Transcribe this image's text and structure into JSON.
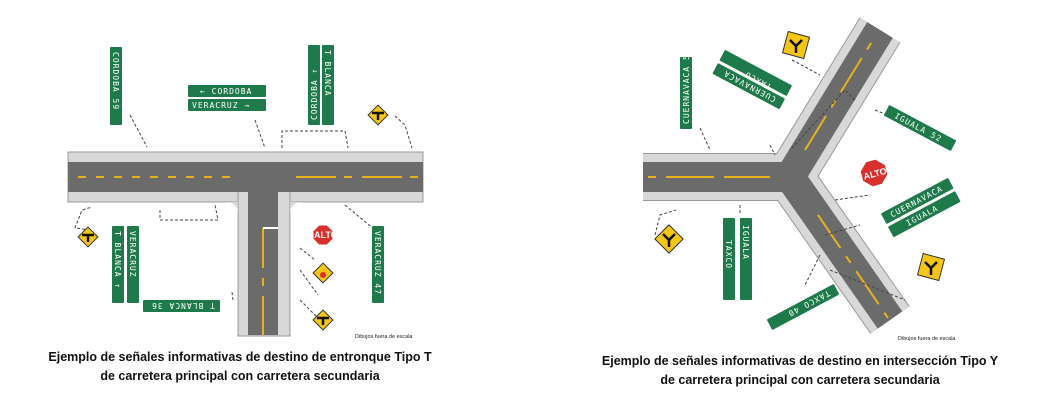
{
  "left_figure": {
    "caption_line1": "Ejemplo de señales informativas de destino de entronque Tipo T",
    "caption_line2": "de carretera principal con carretera secundaria",
    "scale_note": "Dibujos fuera de escala",
    "signs": {
      "cordoba_59": "CORDOBA 59",
      "cordoba_left": "← CORDOBA",
      "veracruz_right": "VERACRUZ →",
      "cordoba_up": "CORDOBA ↑",
      "t_blanca_top": "T BLANCA",
      "t_blanca_left": "T BLANCA ↑",
      "veracruz_left": "VERACRUZ",
      "t_blanca_36": "T BLANCA 36",
      "alto": "ALTO",
      "veracruz_47": "VERACRUZ 47"
    }
  },
  "right_figure": {
    "caption_line1": "Ejemplo de señales informativas de destino en intersección Tipo Y",
    "caption_line2": "de carretera principal con carretera secundaria",
    "scale_note": "Dibujos fuera de escala",
    "signs": {
      "cuernavaca_50": "CUERNAVACA 50",
      "taxco_top": "TAXCO",
      "cuernavaca_top": "CUERNAVACA",
      "iguala_52": "IGUALA 52",
      "alto": "ALTO",
      "cuernavaca_right": "CUERNAVACA",
      "iguala_right": "IGUALA",
      "taxco_bottom": "TAXCO",
      "iguala_bottom": "IGUALA",
      "taxco_40": "TAXCO 40"
    }
  },
  "colors": {
    "sign_green": "#1e7a4a",
    "warning_yellow": "#f5c518",
    "stop_red": "#d9302c",
    "asphalt": "#6b6b6b",
    "shoulder": "#d8d8d8",
    "lane_line": "#e8b21c"
  }
}
